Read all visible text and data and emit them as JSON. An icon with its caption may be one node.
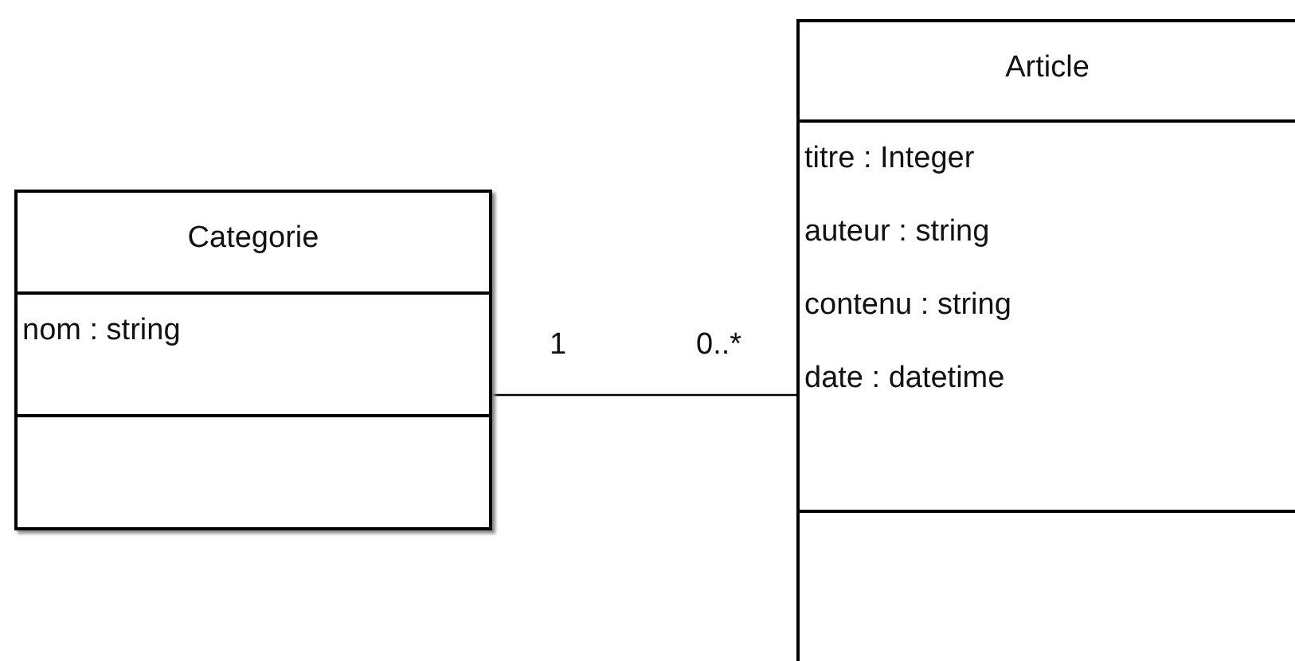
{
  "diagram": {
    "nodes": [
      {
        "text": [
          "Categorie",
          "nom : string"
        ]
      },
      {
        "text": [
          "Article",
          "titre : Integer",
          "auteur : string",
          "contenu : string",
          "date : datetime"
        ]
      }
    ],
    "edges": [
      {
        "from": 0,
        "to": 1,
        "arrow": "none"
      }
    ],
    "labels": [
      "1",
      "0..*"
    ]
  }
}
